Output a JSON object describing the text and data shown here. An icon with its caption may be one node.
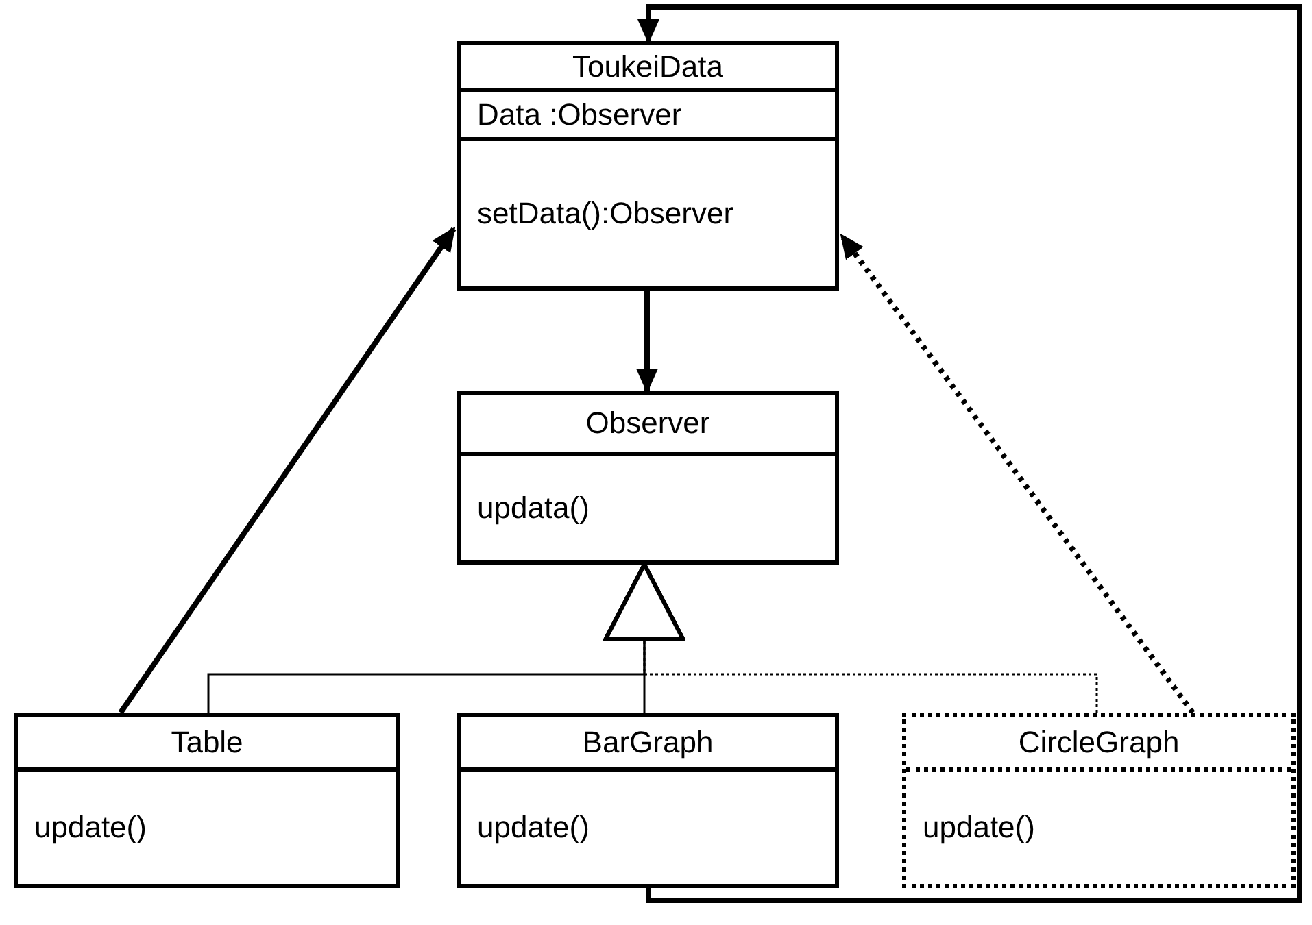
{
  "diagram": {
    "nodes": [
      {
        "text": [
          "ToukeiData",
          "Data :Observer",
          "setData():Observer"
        ]
      },
      {
        "text": [
          "Observer",
          "updata()"
        ]
      },
      {
        "text": [
          "Table",
          "update()"
        ]
      },
      {
        "text": [
          "BarGraph",
          "update()"
        ]
      },
      {
        "text": [
          "CircleGraph",
          "update()"
        ]
      }
    ],
    "edges": [
      {
        "from": 2,
        "to": 0,
        "arrow": "to"
      },
      {
        "from": 0,
        "to": 1,
        "arrow": "to"
      },
      {
        "from": 4,
        "to": 0,
        "arrow": "to",
        "style": "dashed"
      },
      {
        "from": 3,
        "to": 0,
        "arrow": "to"
      },
      {
        "from": 2,
        "to": 1,
        "arrow": "to"
      },
      {
        "from": 3,
        "to": 1,
        "arrow": "to"
      },
      {
        "from": 4,
        "to": 1,
        "arrow": "to",
        "style": "dashed"
      }
    ]
  }
}
